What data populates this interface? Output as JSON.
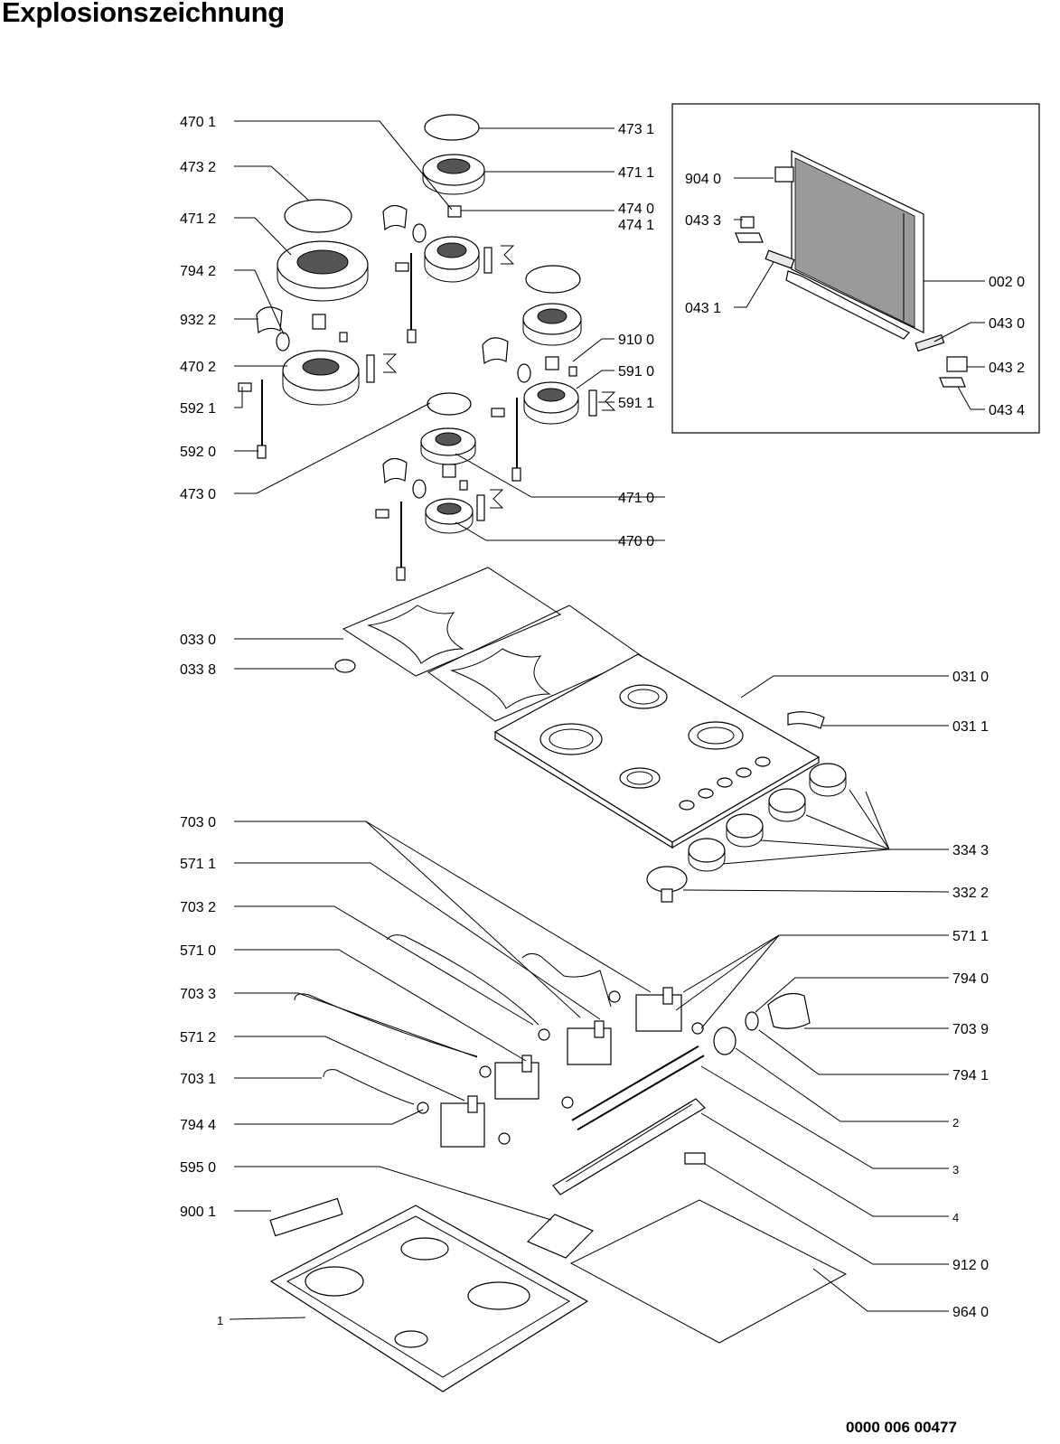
{
  "title": "Explosionszeichnung",
  "document_number": "0000 006 00477",
  "labels": {
    "l4701": "470 1",
    "l4732": "473 2",
    "l4712": "471 2",
    "l7942": "794 2",
    "l9322": "932 2",
    "l4702": "470 2",
    "l5921": "592 1",
    "l5920": "592 0",
    "l4730": "473 0",
    "l0330": "033 0",
    "l0338": "033 8",
    "l7030": "703 0",
    "l5711a": "571 1",
    "l7032": "703 2",
    "l5710": "571 0",
    "l7033": "703 3",
    "l5712": "571 2",
    "l7031": "703 1",
    "l7944": "794 4",
    "l5950": "595 0",
    "l9001": "900 1",
    "l1": "1",
    "l4731": "473 1",
    "l4711": "471 1",
    "l4740": "474 0",
    "l4741": "474 1",
    "l9100": "910 0",
    "l5910": "591 0",
    "l5911": "591 1",
    "l4710": "471 0",
    "l4700": "470 0",
    "l0310": "031 0",
    "l0311": "031 1",
    "l3343": "334 3",
    "l3322": "332 2",
    "l5711b": "571 1",
    "l7940": "794 0",
    "l7039": "703 9",
    "l7941": "794 1",
    "l2": "2",
    "l3": "3",
    "l4": "4",
    "l9120": "912 0",
    "l9640": "964 0",
    "l9040": "904 0",
    "l0433": "043 3",
    "l0431": "043 1",
    "l0020": "002 0",
    "l0430": "043 0",
    "l0432": "043 2",
    "l0434": "043 4"
  }
}
